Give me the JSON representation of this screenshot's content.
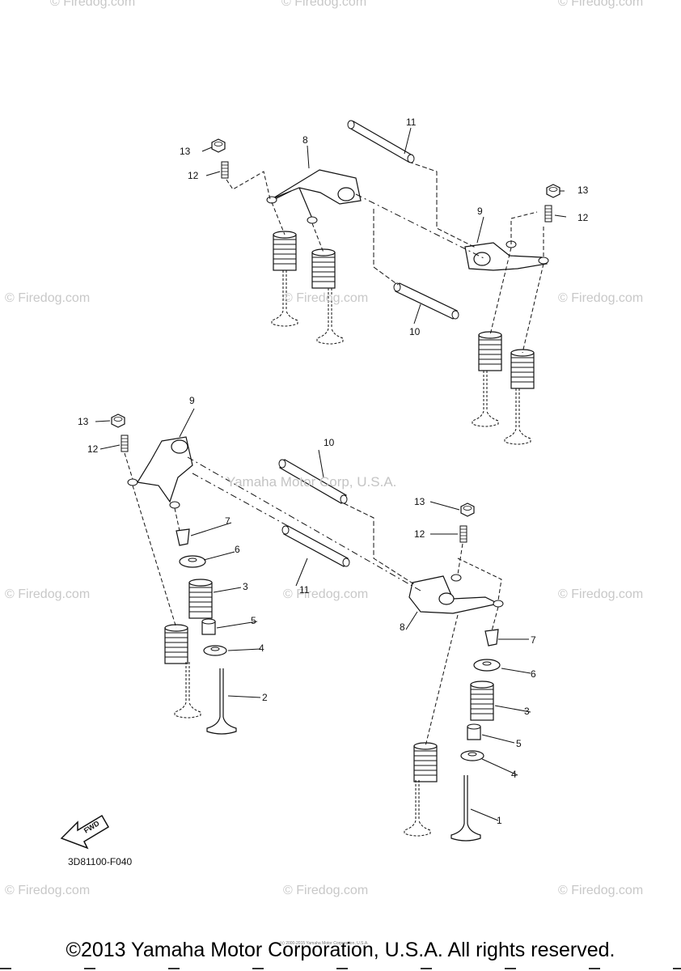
{
  "watermark": {
    "site": "© Firedog.com",
    "brand": "Yamaha Motor Corp, U.S.A."
  },
  "callouts": {
    "c1": "1",
    "c2": "2",
    "c3a": "3",
    "c3b": "3",
    "c4a": "4",
    "c4b": "4",
    "c5a": "5",
    "c5b": "5",
    "c6a": "6",
    "c6b": "6",
    "c7a": "7",
    "c7b": "7",
    "c8a": "8",
    "c8b": "8",
    "c9a": "9",
    "c9b": "9",
    "c10a": "10",
    "c10b": "10",
    "c11a": "11",
    "c11b": "11",
    "c12a": "12",
    "c12b": "12",
    "c12c": "12",
    "c13a": "13",
    "c13b": "13",
    "c13c": "13"
  },
  "fwd": "FWD",
  "diagram_code": "3D81100-F040",
  "tiny_note": "(c) 2000-2015 Yamaha Motor Corporation, U.S.A.",
  "copyright": "©2013 Yamaha Motor Corporation, U.S.A. All rights reserved."
}
